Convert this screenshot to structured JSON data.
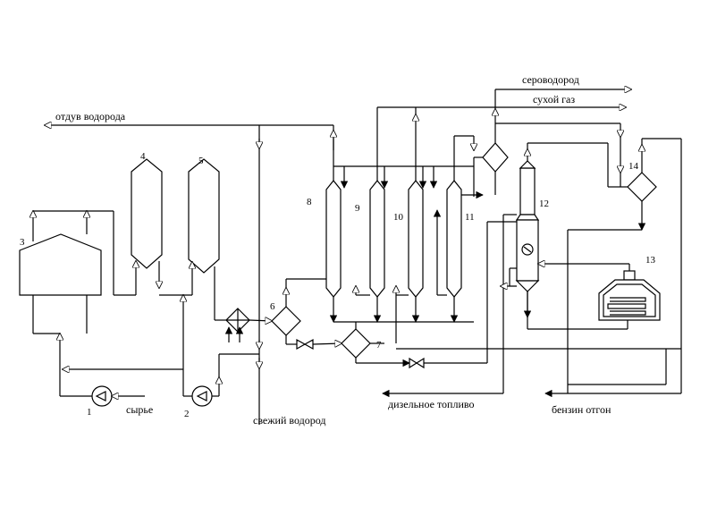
{
  "streams": {
    "h2_purge": "отдув водорода",
    "h2s": "сероводород",
    "dry_gas": "сухой газ",
    "feed": "сырье",
    "fresh_h2": "свежий водород",
    "diesel": "дизельное топливо",
    "naphtha": "бензин отгон"
  },
  "equipment_numbers": {
    "n1": "1",
    "n2": "2",
    "n3": "3",
    "n4": "4",
    "n5": "5",
    "n6": "6",
    "n7": "7",
    "n8": "8",
    "n9": "9",
    "n10": "10",
    "n11": "11",
    "n12": "12",
    "n13": "13",
    "n14": "14"
  }
}
